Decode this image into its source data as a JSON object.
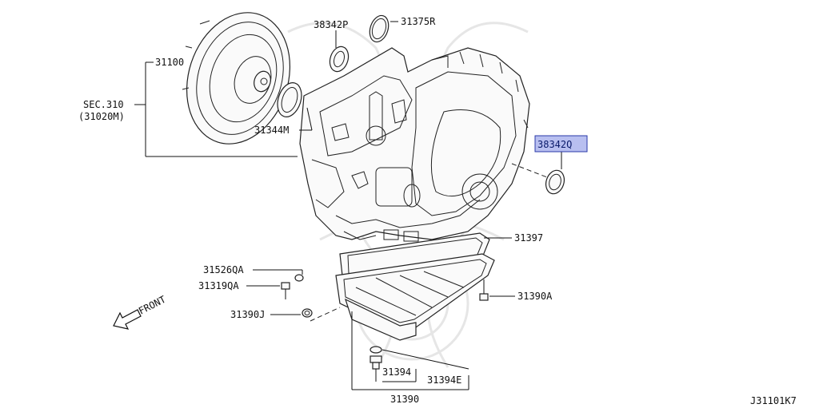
{
  "labels": {
    "l31100": "31100",
    "l38342p": "38342P",
    "l31375r": "31375R",
    "lsec310a": "SEC.310",
    "lsec310b": "(31020M)",
    "l31344m": "31344M",
    "l38342q": "38342Q",
    "l31397": "31397",
    "l31526qa": "31526QA",
    "l31319qa": "31319QA",
    "l31390a": "31390A",
    "l31390j": "31390J",
    "l31394": "31394",
    "l31394e": "31394E",
    "l31390": "31390",
    "front": "FRONT",
    "diagram_code": "J31101K7"
  },
  "colors": {
    "highlight_fill": "#b8bff0",
    "highlight_stroke": "#2a3aa8",
    "watermark": "#e6e6e6"
  },
  "icons": {
    "front_arrow": "front-arrow-icon"
  }
}
